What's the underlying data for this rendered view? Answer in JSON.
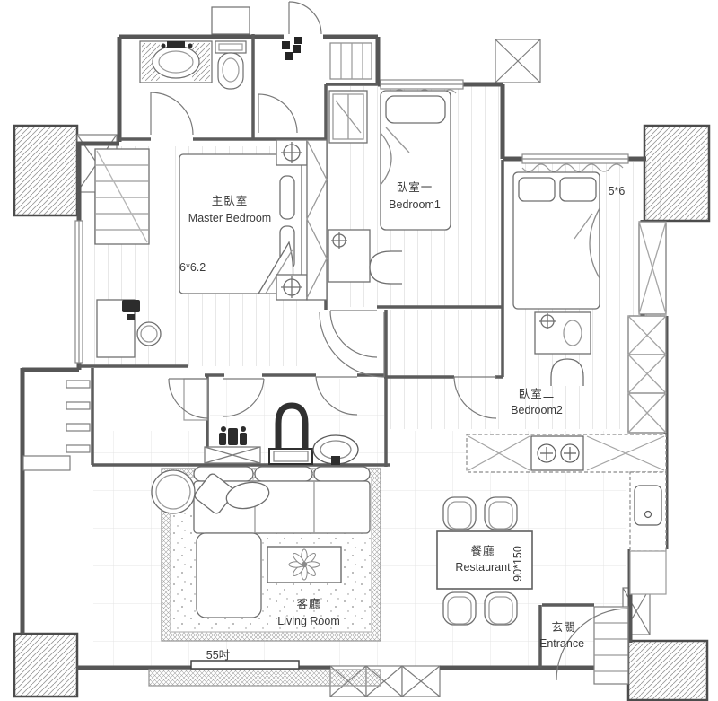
{
  "colors": {
    "wall_line": "#565656",
    "furniture_line": "#6f6f6f",
    "light_line": "#9a9a9a",
    "floor_line": "#cfcfcf",
    "dark_fixture": "#2c2c2c",
    "background": "#ffffff"
  },
  "rooms": {
    "master_bedroom": {
      "zh": "主臥室",
      "en": "Master Bedroom",
      "size": "6*6.2"
    },
    "bedroom1": {
      "zh": "臥室一",
      "en": "Bedroom1"
    },
    "bedroom2": {
      "zh": "臥室二",
      "en": "Bedroom2",
      "size": "5*6"
    },
    "living_room": {
      "zh": "客廳",
      "en": "Living Room"
    },
    "dining_room": {
      "zh": "餐廳",
      "en": "Restaurant",
      "size": "90*150"
    },
    "entrance": {
      "zh": "玄關",
      "en": "Entrance"
    }
  },
  "annotations": {
    "tv_size": "55吋"
  }
}
